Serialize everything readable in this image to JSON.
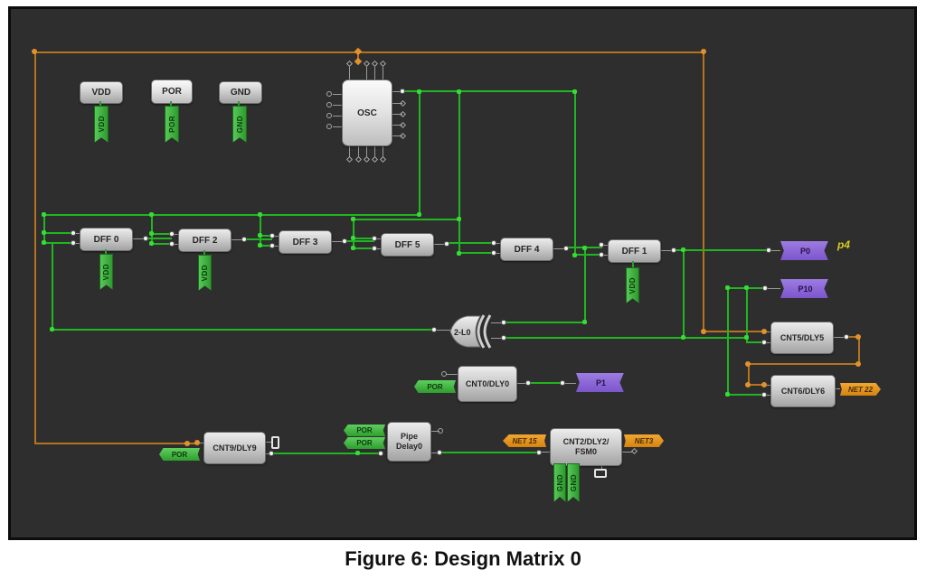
{
  "figure": {
    "caption": "Figure 6: Design Matrix 0"
  },
  "palette": {
    "canvas_bg": "#2e2e2e",
    "wire_green": "#21b521",
    "wire_orange": "#b5731f",
    "flag_purple": "#8b68d8",
    "flag_orange": "#e69320",
    "tag_green": "#46bb46"
  },
  "blocks": {
    "vdd_src": {
      "label": "VDD"
    },
    "por_src": {
      "label": "POR"
    },
    "gnd_src": {
      "label": "GND"
    },
    "osc": {
      "label": "OSC"
    },
    "dff0": {
      "label": "DFF 0"
    },
    "dff2": {
      "label": "DFF 2"
    },
    "dff3": {
      "label": "DFF 3"
    },
    "dff5": {
      "label": "DFF 5"
    },
    "dff4": {
      "label": "DFF 4"
    },
    "dff1": {
      "label": "DFF 1"
    },
    "lut2_l0": {
      "label": "2-L0"
    },
    "cnt0_dly0": {
      "label": "CNT0/DLY0"
    },
    "cnt9_dly9": {
      "label": "CNT9/DLY9"
    },
    "pipe_delay0": {
      "line1": "Pipe",
      "line2": "Delay0"
    },
    "cnt2_dly2_fsm0": {
      "line1": "CNT2/DLY2/",
      "line2": "FSM0"
    },
    "cnt5_dly5": {
      "label": "CNT5/DLY5"
    },
    "cnt6_dly6": {
      "label": "CNT6/DLY6"
    }
  },
  "tags": {
    "vdd_pin": "VDD",
    "por_pin": "POR",
    "gnd_pin": "GND",
    "dff0_vdd": "VDD",
    "dff2_vdd": "VDD",
    "dff1_vdd": "VDD",
    "cnt2_gnd_a": "GND",
    "cnt2_gnd_b": "GND"
  },
  "flags": {
    "por_cnt9": "POR",
    "por_cnt0": "POR",
    "por_pipe_a": "POR",
    "por_pipe_b": "POR",
    "p0": "P0",
    "p10": "P10",
    "p1": "P1",
    "net15": "NET 15",
    "net3": "NET3",
    "net22": "NET 22"
  },
  "notes": {
    "p4": "p4"
  }
}
